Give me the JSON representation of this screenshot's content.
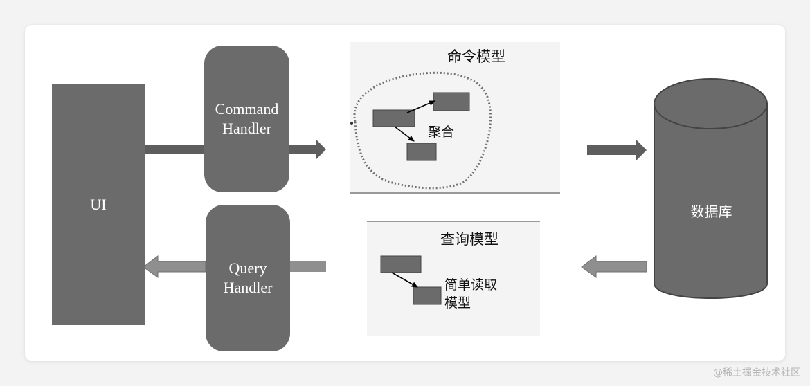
{
  "diagram": {
    "ui_label": "UI",
    "command_handler": {
      "line1": "Command",
      "line2": "Handler"
    },
    "query_handler": {
      "line1": "Query",
      "line2": "Handler"
    },
    "command_model": {
      "title": "命令模型",
      "aggregate_label": "聚合"
    },
    "query_model": {
      "title": "查询模型",
      "read_model_label": "简单读取模型"
    },
    "database_label": "数据库"
  },
  "watermark": "@稀土掘金技术社区",
  "colors": {
    "box": "#6b6b6b",
    "light_arrow": "#8f8f8f",
    "panel": "#f4f4f4"
  }
}
